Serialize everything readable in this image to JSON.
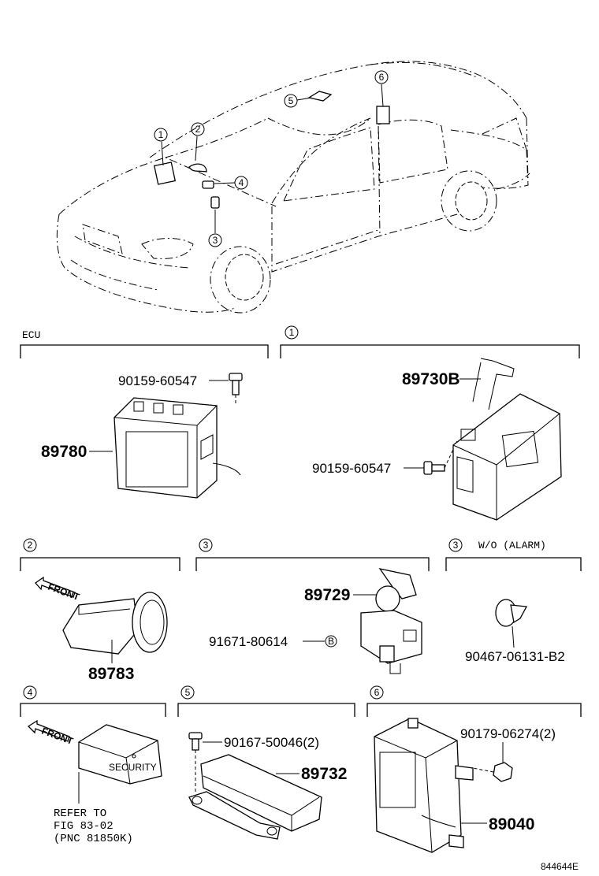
{
  "sections": {
    "ecu": {
      "header": "ECU",
      "bolt": "90159-60547",
      "unit": "89780"
    },
    "s1": {
      "callout": "1",
      "unit": "89730B",
      "bolt": "90159-60547"
    },
    "s2": {
      "callout": "2",
      "front": "FRONT",
      "unit": "89783"
    },
    "s3": {
      "callout": "3",
      "unit": "89729",
      "clip": "91671-80614"
    },
    "s3b": {
      "callout": "3",
      "header": "W/O (ALARM)",
      "unit": "90467-06131-B2"
    },
    "s4": {
      "callout": "4",
      "front": "FRONT",
      "label": "SECURITY",
      "ref1": "REFER TO",
      "ref2": "FIG 83-02",
      "ref3": "(PNC 81850K)"
    },
    "s5": {
      "callout": "5",
      "bolt": "90167-50046(2)",
      "unit": "89732"
    },
    "s6": {
      "callout": "6",
      "nut": "90179-06274(2)",
      "unit": "89040"
    }
  },
  "car_callouts": [
    "1",
    "2",
    "3",
    "4",
    "5",
    "6"
  ],
  "clip_mark": "B",
  "figure_id": "844644E"
}
